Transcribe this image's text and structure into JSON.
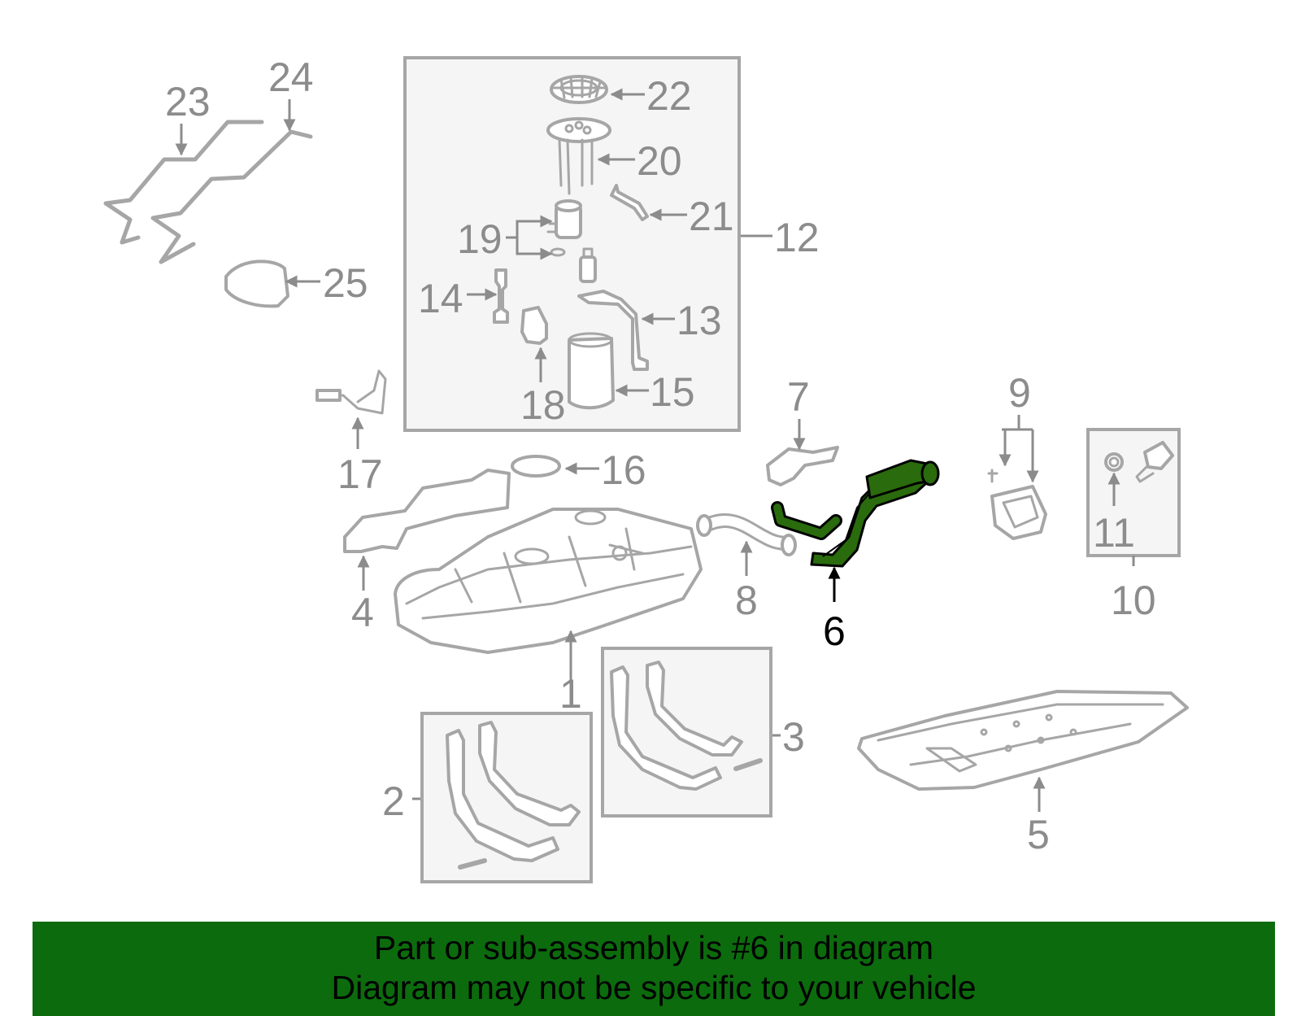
{
  "callouts": {
    "c1": "1",
    "c2": "2",
    "c3": "3",
    "c4": "4",
    "c5": "5",
    "c6": "6",
    "c7": "7",
    "c8": "8",
    "c9": "9",
    "c10": "10",
    "c11": "11",
    "c12": "12",
    "c13": "13",
    "c14": "14",
    "c15": "15",
    "c16": "16",
    "c17": "17",
    "c18": "18",
    "c19": "19",
    "c20": "20",
    "c21": "21",
    "c22": "22",
    "c23": "23",
    "c24": "24",
    "c25": "25"
  },
  "highlighted_part": "6",
  "colors": {
    "highlight": "#2a6b0d",
    "banner": "#0c6b0d",
    "callout_gray": "#8c8c8c"
  },
  "banner": {
    "line1": "Part or sub-assembly is #6 in diagram",
    "line2": "Diagram may not be specific to your vehicle"
  }
}
